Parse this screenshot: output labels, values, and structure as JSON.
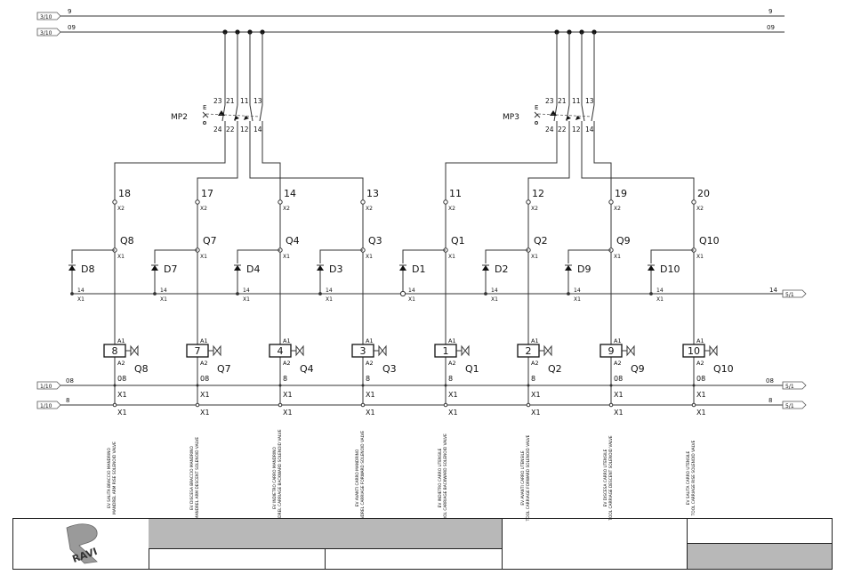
{
  "offpage_refs": {
    "top_9_in": "3/10",
    "top_09_in": "3/10",
    "left_08_in": "1/10",
    "left_8_in": "1/10",
    "right_14_out": "5/1",
    "right_08_out": "5/1",
    "right_8_out": "5/1"
  },
  "wires": {
    "w9": "9",
    "w09": "09",
    "w14": "14",
    "w08": "08",
    "w8": "8"
  },
  "switches": [
    {
      "name": "MP2",
      "e": "E",
      "top": [
        "23",
        "21",
        "11",
        "13"
      ],
      "bottom": [
        "24",
        "22",
        "12",
        "14"
      ]
    },
    {
      "name": "MP3",
      "e": "E",
      "top": [
        "23",
        "21",
        "11",
        "13"
      ],
      "bottom": [
        "24",
        "22",
        "12",
        "14"
      ]
    }
  ],
  "x1": "X1",
  "x2": "X2",
  "a1": "A1",
  "a2": "A2",
  "channels": [
    {
      "wire": "18",
      "q": "Q8",
      "d": "D8",
      "coil": "8",
      "top": "08",
      "bot": "X1",
      "desc1": "EV SALITA BRACCIO MANDRINO",
      "desc2": "MANDREL ARM RISE SOLENOID VALVE"
    },
    {
      "wire": "17",
      "q": "Q7",
      "d": "D7",
      "coil": "7",
      "top": "08",
      "bot": "X1",
      "desc1": "EV DISCESA BRACCIO MANDRINO",
      "desc2": "MANDREL ARM DESCENT SOLENOID VALVE"
    },
    {
      "wire": "14",
      "q": "Q4",
      "d": "D4",
      "coil": "4",
      "top": "8",
      "bot": "X1",
      "desc1": "EV INDIETRO CARRO MANDRINO",
      "desc2": "MANDREL CARRIAGE BACKWARD SOLENOID VALVE"
    },
    {
      "wire": "13",
      "q": "Q3",
      "d": "D3",
      "coil": "3",
      "top": "8",
      "bot": "X1",
      "desc1": "EV AVANTI CARRO MANDRINO",
      "desc2": "MANDREL CARRIAGE FORWARD SOLENOID VALVE"
    },
    {
      "wire": "11",
      "q": "Q1",
      "d": "D1",
      "coil": "1",
      "top": "8",
      "bot": "X1",
      "desc1": "EV INDIETRO CARRO UTENSILE",
      "desc2": "TOOL CARRIAGE BACKWARD SOLENOID VALVE"
    },
    {
      "wire": "12",
      "q": "Q2",
      "d": "D2",
      "coil": "2",
      "top": "8",
      "bot": "X1",
      "desc1": "EV AVANTI CARRO UTENSILE",
      "desc2": "TOOL CARRIAGE FORWARD SOLENOID VALVE"
    },
    {
      "wire": "19",
      "q": "Q9",
      "d": "D9",
      "coil": "9",
      "top": "08",
      "bot": "X1",
      "desc1": "EV DISCESA CARRO UTENSILE",
      "desc2": "TOOL CARRIAGE DESCENT SOLENOID VALVE"
    },
    {
      "wire": "20",
      "q": "Q10",
      "d": "D10",
      "coil": "10",
      "top": "08",
      "bot": "X1",
      "desc1": "EV SALITA CARRO UTENSILE",
      "desc2": "TOOL CARRIAGE RISE SOLENOID VALVE"
    }
  ],
  "logo": {
    "text": "RAVI"
  },
  "colors": {
    "titlebar_fill": "#b8b8b8",
    "line": "#333333"
  }
}
